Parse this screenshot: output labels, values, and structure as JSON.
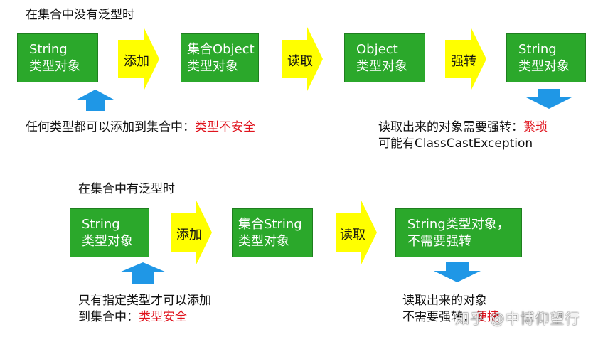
{
  "colors": {
    "box_green": "#2ba82b",
    "chevron_yellow": "#ffff00",
    "arrow_blue": "#1f97e6",
    "highlight_red": "#e0141e"
  },
  "section1": {
    "title": "在集合中没有泛型时",
    "box1": {
      "line1": "String",
      "line2": "类型对象"
    },
    "chevron1": "添加",
    "box2": {
      "line1": "集合Object",
      "line2": "类型对象"
    },
    "chevron2": "读取",
    "box3": {
      "line1": "Object",
      "line2": "类型对象"
    },
    "chevron3": "强转",
    "box4": {
      "line1": "String",
      "line2": "类型对象"
    },
    "note_left": {
      "text": "任何类型都可以添加到集合中：",
      "highlight": "类型不安全"
    },
    "note_right": {
      "line1": "读取出来的对象需要强转：",
      "highlight": "繁琐",
      "line2": "可能有ClassCastException"
    }
  },
  "section2": {
    "title": "在集合中有泛型时",
    "box1": {
      "line1": "String",
      "line2": "类型对象"
    },
    "chevron1": "添加",
    "box2": {
      "line1": "集合String",
      "line2": "类型对象"
    },
    "chevron2": "读取",
    "box3": {
      "line1": "String类型对象，",
      "line2": "不需要强转"
    },
    "note_left": {
      "line1": "只有指定类型才可以添加",
      "line2_prefix": "到集合中：",
      "highlight": "类型安全"
    },
    "note_right": {
      "line1": "读取出来的对象",
      "line2": "不需要强转：",
      "highlight": "便捷"
    }
  },
  "watermark": "知乎 @中博仰望行"
}
